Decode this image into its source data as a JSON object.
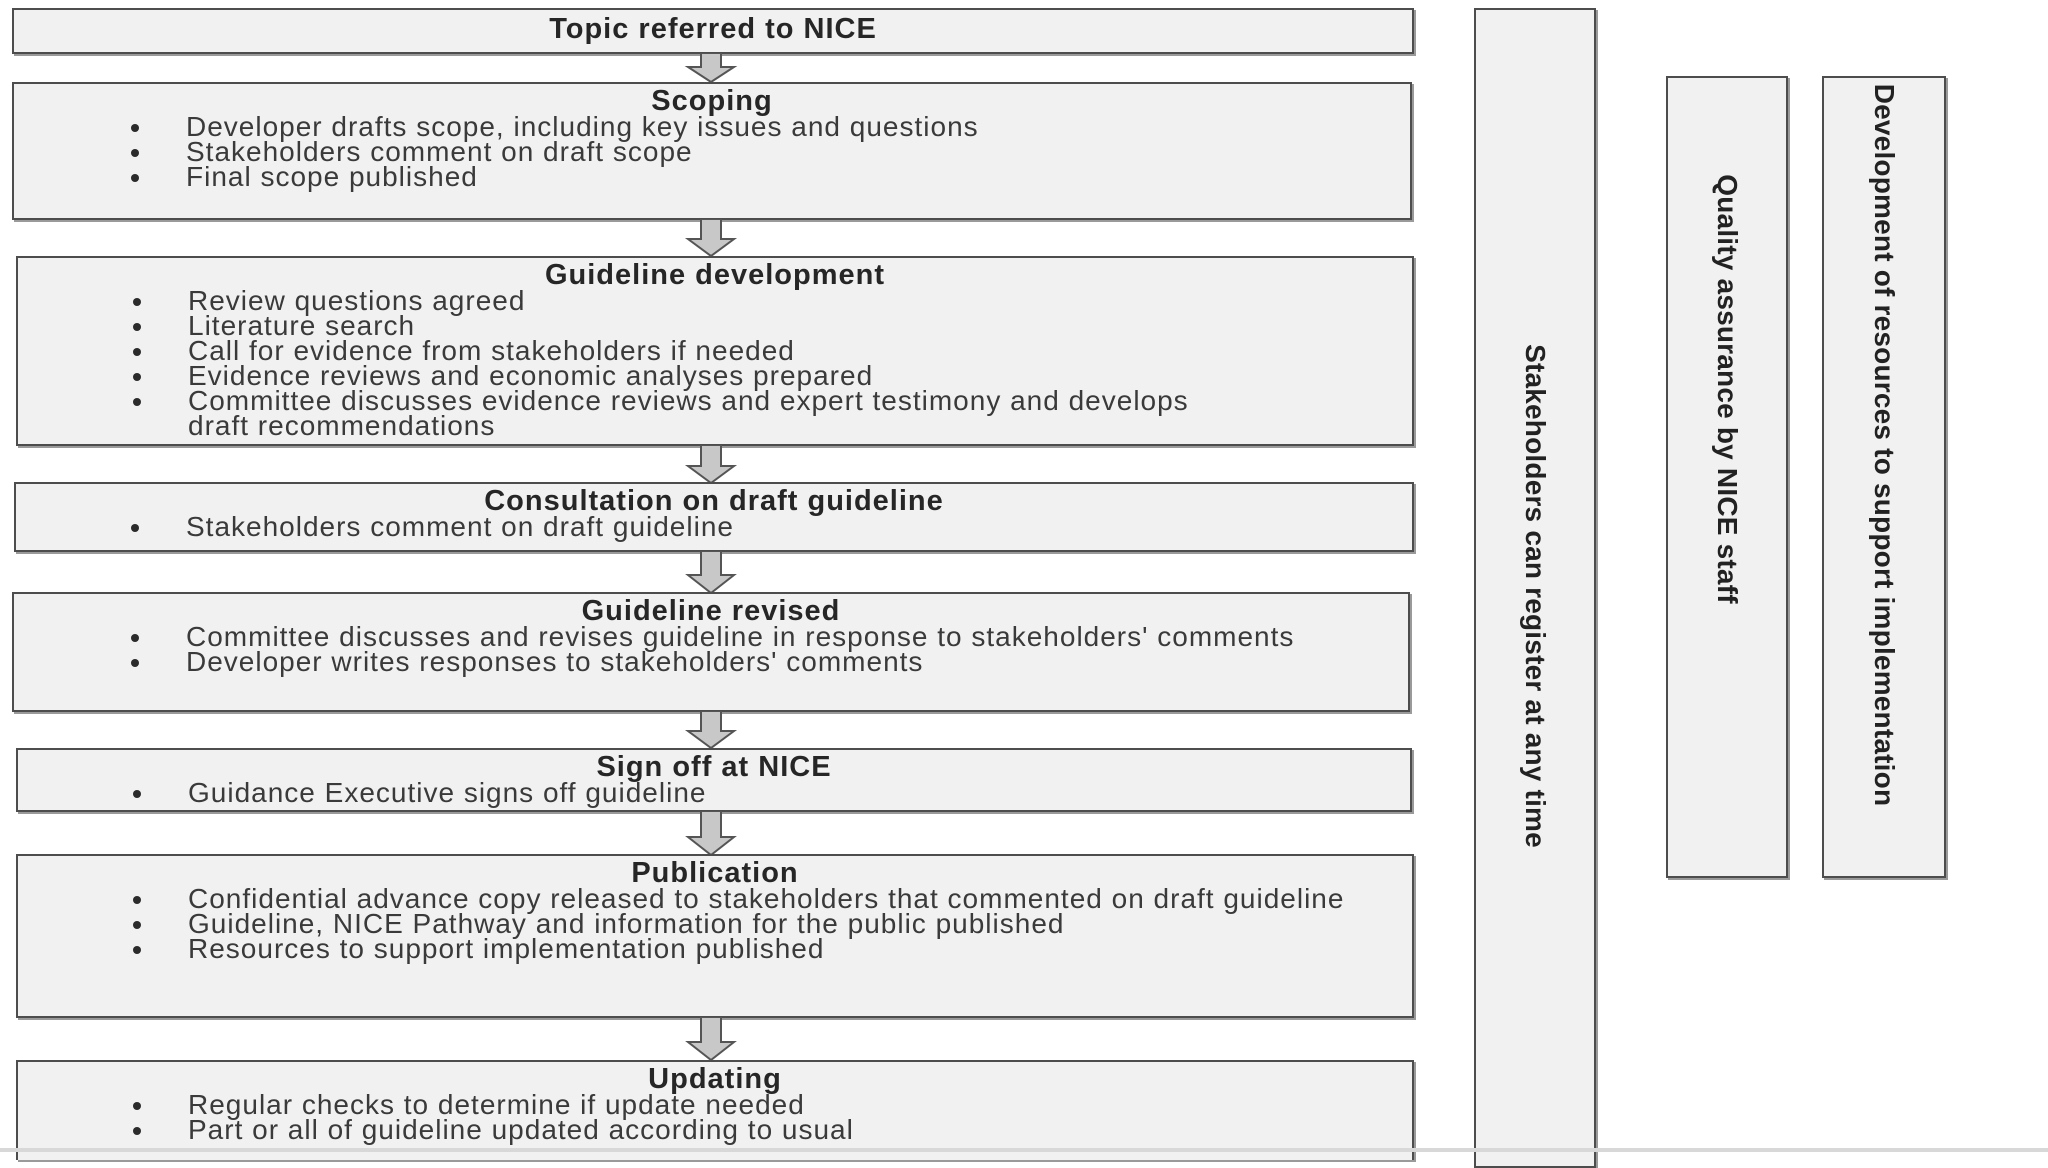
{
  "process": {
    "topic": {
      "title": "Topic referred to NICE"
    },
    "scoping": {
      "title": "Scoping",
      "items": [
        "Developer drafts scope, including key issues and questions",
        "Stakeholders comment on draft scope",
        "Final scope published"
      ]
    },
    "development": {
      "title": "Guideline development",
      "items": [
        "Review questions agreed",
        "Literature search",
        "Call for evidence from stakeholders if needed",
        "Evidence reviews and economic analyses prepared",
        "Committee discusses evidence reviews and expert testimony and develops draft recommendations"
      ]
    },
    "consultation": {
      "title": "Consultation on draft guideline",
      "items": [
        "Stakeholders comment on draft guideline"
      ]
    },
    "revised": {
      "title": "Guideline revised",
      "items": [
        "Committee discusses and revises guideline in response to stakeholders' comments",
        "Developer writes responses to stakeholders' comments"
      ]
    },
    "signoff": {
      "title": "Sign off at NICE",
      "items": [
        "Guidance Executive signs off guideline"
      ]
    },
    "publication": {
      "title": "Publication",
      "items": [
        "Confidential advance copy released to stakeholders that commented on draft guideline",
        "Guideline, NICE Pathway and information for the public published",
        "Resources to support implementation published"
      ]
    },
    "updating": {
      "title": "Updating",
      "items": [
        "Regular checks to determine if update needed",
        "Part or all of guideline updated according to usual"
      ]
    }
  },
  "side_bars": {
    "stakeholders": "Stakeholders can register at any time",
    "quality": "Quality assurance by NICE staff",
    "resources": "Development of resources to support implementation"
  },
  "colors": {
    "box_fill": "#f1f1f1",
    "border": "#4d4d4d",
    "arrow_fill": "#c8c8c8",
    "text": "#2b2b2b"
  }
}
